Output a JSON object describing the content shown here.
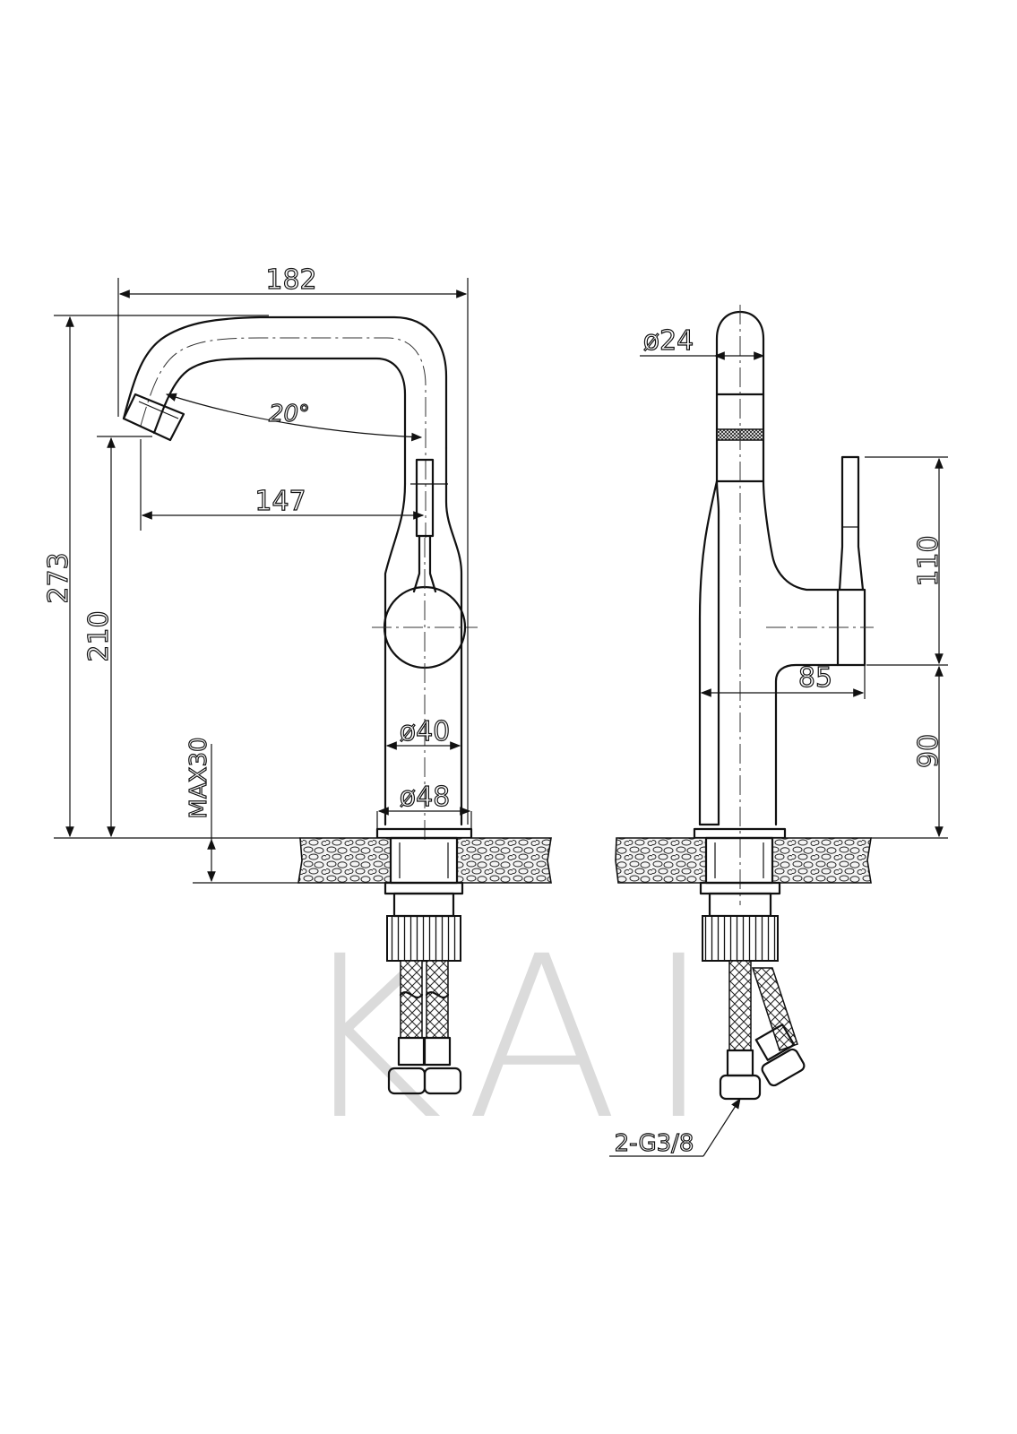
{
  "watermark": "KAI",
  "dimensions": {
    "width_top": "182",
    "spout_reach": "147",
    "angle": "20°",
    "total_height": "273",
    "spout_height": "210",
    "max_thickness": "MAX30",
    "body_d40": "ø40",
    "base_d48": "ø48",
    "head_d24": "ø24",
    "handle_height": "110",
    "handle_depth": "85",
    "handle_base_height": "90",
    "connection": "2-G3/8"
  }
}
